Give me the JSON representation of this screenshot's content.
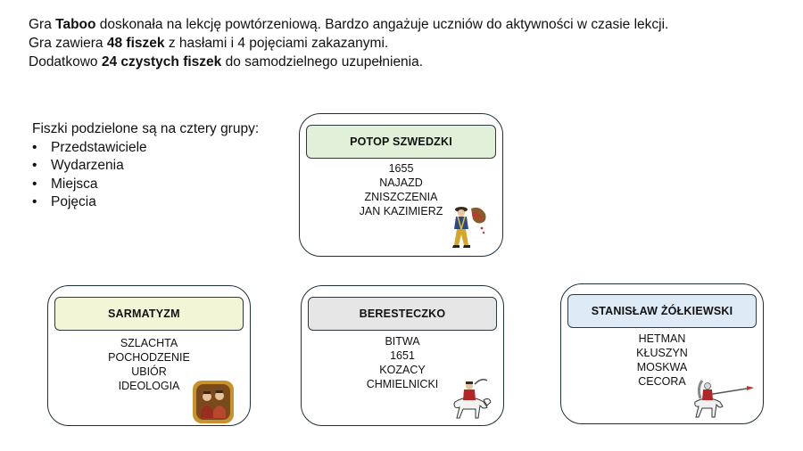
{
  "intro": {
    "line1": {
      "a": "Gra ",
      "b": "Taboo",
      "c": " doskonała na lekcję powtórzeniową. Bardzo angażuje uczniów do aktywności w czasie lekcji."
    },
    "line2": {
      "a": "Gra zawiera ",
      "b": "48 fiszek",
      "c": " z hasłami  i 4 pojęciami zakazanymi."
    },
    "line3": {
      "a": "Dodatkowo ",
      "b": "24 czystych fiszek",
      "c": " do  samodzielnego uzupełnienia."
    }
  },
  "groups": {
    "heading": "Fiszki podzielone są na cztery grupy:",
    "items": [
      "Przedstawiciele",
      "Wydarzenia",
      "Miejsca",
      "Pojęcia"
    ]
  },
  "cards": [
    {
      "title": "POTOP SZWEDZKI",
      "words": [
        "1655",
        "NAJAZD",
        "ZNISZCZENIA",
        "JAN KAZIMIERZ"
      ],
      "icon": "swedish-soldier-icon",
      "color": "#e2f0d9"
    },
    {
      "title": "SARMATYZM",
      "words": [
        "SZLACHTA",
        "POCHODZENIE",
        "UBIÓR",
        "IDEOLOGIA"
      ],
      "icon": "noble-portrait-icon",
      "color": "#f2f6d6"
    },
    {
      "title": "BERESTECZKO",
      "words": [
        "BITWA",
        "1651",
        "KOZACY",
        "CHMIELNICKI"
      ],
      "icon": "cossack-rider-icon",
      "color": "#e6e6e6"
    },
    {
      "title": "STANISŁAW ŻÓŁKIEWSKI",
      "words": [
        "HETMAN",
        "KŁUSZYN",
        "MOSKWA",
        "CECORA"
      ],
      "icon": "winged-hussar-icon",
      "color": "#dfeaf7"
    }
  ]
}
